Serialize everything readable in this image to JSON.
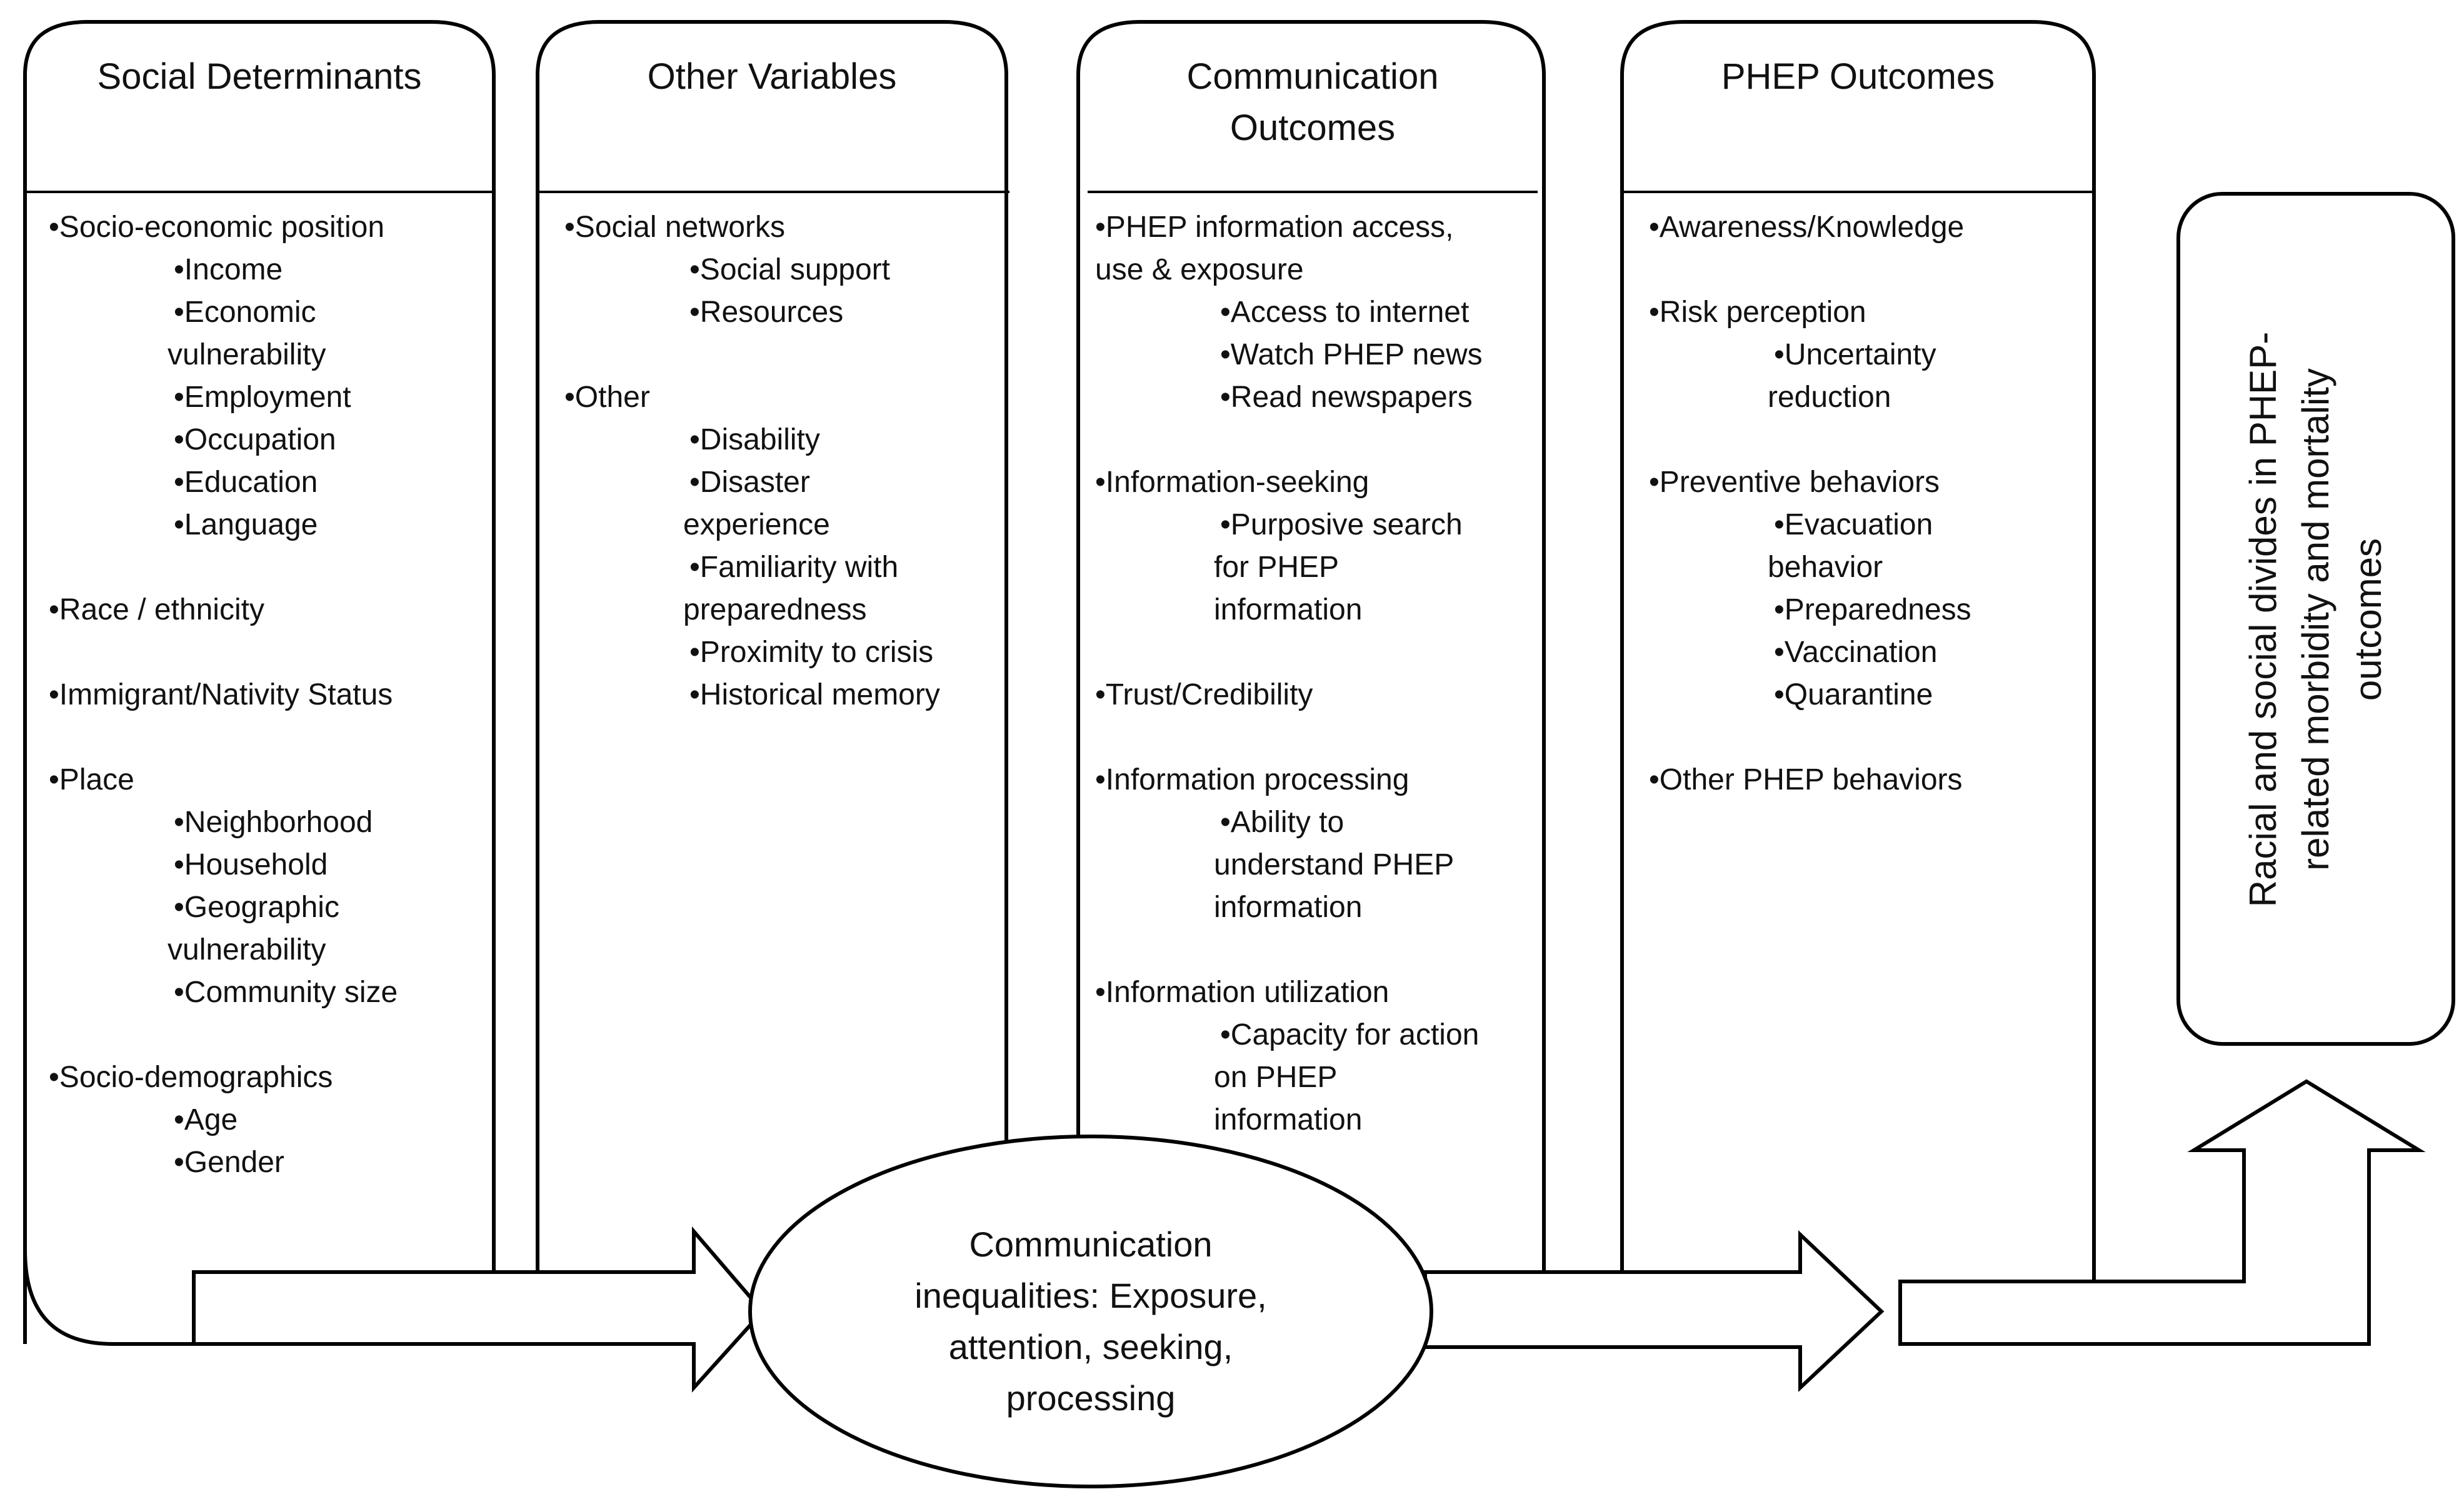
{
  "columns": [
    {
      "title": "Social Determinants",
      "items": [
        {
          "text": "•Socio-economic position",
          "level": 1
        },
        {
          "text": "•Income",
          "level": 2
        },
        {
          "text": "•Economic",
          "level": 2
        },
        {
          "text": "vulnerability",
          "level": 2,
          "cont": true
        },
        {
          "text": "•Employment",
          "level": 2
        },
        {
          "text": "•Occupation",
          "level": 2
        },
        {
          "text": "•Education",
          "level": 2
        },
        {
          "text": "•Language",
          "level": 2
        },
        {
          "gap": true
        },
        {
          "text": "•Race / ethnicity",
          "level": 1
        },
        {
          "gap": true
        },
        {
          "text": "•Immigrant/Nativity Status",
          "level": 1
        },
        {
          "gap": true
        },
        {
          "text": "•Place",
          "level": 1
        },
        {
          "text": "•Neighborhood",
          "level": 2
        },
        {
          "text": "•Household",
          "level": 2
        },
        {
          "text": "•Geographic",
          "level": 2
        },
        {
          "text": "vulnerability",
          "level": 2,
          "cont": true
        },
        {
          "text": "•Community size",
          "level": 2
        },
        {
          "gap": true
        },
        {
          "text": "•Socio-demographics",
          "level": 1
        },
        {
          "text": "•Age",
          "level": 2
        },
        {
          "text": "•Gender",
          "level": 2
        }
      ]
    },
    {
      "title": "Other Variables",
      "items": [
        {
          "text": "•Social networks",
          "level": 1
        },
        {
          "text": "•Social support",
          "level": 2
        },
        {
          "text": "•Resources",
          "level": 2
        },
        {
          "gap": true
        },
        {
          "text": "•Other",
          "level": 1
        },
        {
          "text": "•Disability",
          "level": 2
        },
        {
          "text": "•Disaster",
          "level": 2
        },
        {
          "text": "experience",
          "level": 2,
          "cont": true
        },
        {
          "text": "•Familiarity with",
          "level": 2
        },
        {
          "text": "preparedness",
          "level": 2,
          "cont": true
        },
        {
          "text": "•Proximity to crisis",
          "level": 2
        },
        {
          "text": "•Historical memory",
          "level": 2
        }
      ]
    },
    {
      "title": "Communication Outcomes",
      "items": [
        {
          "text": "•PHEP information access,",
          "level": 1
        },
        {
          "text": "use & exposure",
          "level": 1,
          "cont": true
        },
        {
          "text": "•Access to internet",
          "level": 2
        },
        {
          "text": "•Watch PHEP news",
          "level": 2
        },
        {
          "text": "•Read newspapers",
          "level": 2
        },
        {
          "gap": true
        },
        {
          "text": "•Information-seeking",
          "level": 1
        },
        {
          "text": "•Purposive search",
          "level": 2
        },
        {
          "text": "for PHEP",
          "level": 2,
          "cont": true
        },
        {
          "text": "information",
          "level": 2,
          "cont": true
        },
        {
          "gap": true
        },
        {
          "text": "•Trust/Credibility",
          "level": 1
        },
        {
          "gap": true
        },
        {
          "text": "•Information processing",
          "level": 1
        },
        {
          "text": "•Ability to",
          "level": 2
        },
        {
          "text": "understand PHEP",
          "level": 2,
          "cont": true
        },
        {
          "text": "information",
          "level": 2,
          "cont": true
        },
        {
          "gap": true
        },
        {
          "text": "•Information utilization",
          "level": 1
        },
        {
          "text": "•Capacity for action",
          "level": 2
        },
        {
          "text": "on PHEP",
          "level": 2,
          "cont": true
        },
        {
          "text": "information",
          "level": 2,
          "cont": true
        }
      ]
    },
    {
      "title": "PHEP Outcomes",
      "items": [
        {
          "text": "•Awareness/Knowledge",
          "level": 1
        },
        {
          "gap": true
        },
        {
          "text": "•Risk perception",
          "level": 1
        },
        {
          "text": "•Uncertainty",
          "level": 2
        },
        {
          "text": "reduction",
          "level": 2,
          "cont": true
        },
        {
          "gap": true
        },
        {
          "text": "•Preventive behaviors",
          "level": 1
        },
        {
          "text": "•Evacuation",
          "level": 2
        },
        {
          "text": "behavior",
          "level": 2,
          "cont": true
        },
        {
          "text": "•Preparedness",
          "level": 2
        },
        {
          "text": "•Vaccination",
          "level": 2
        },
        {
          "text": "•Quarantine",
          "level": 2
        },
        {
          "gap": true
        },
        {
          "text": "•Other PHEP behaviors",
          "level": 1
        }
      ]
    }
  ],
  "center_node": {
    "line1": "Communication",
    "line2": "inequalities: Exposure,",
    "line3": "attention, seeking,",
    "line4": "processing"
  },
  "final_outcome": {
    "line1": "Racial and social divides in PHEP-",
    "line2": "related morbidity and mortality",
    "line3": "outcomes"
  }
}
